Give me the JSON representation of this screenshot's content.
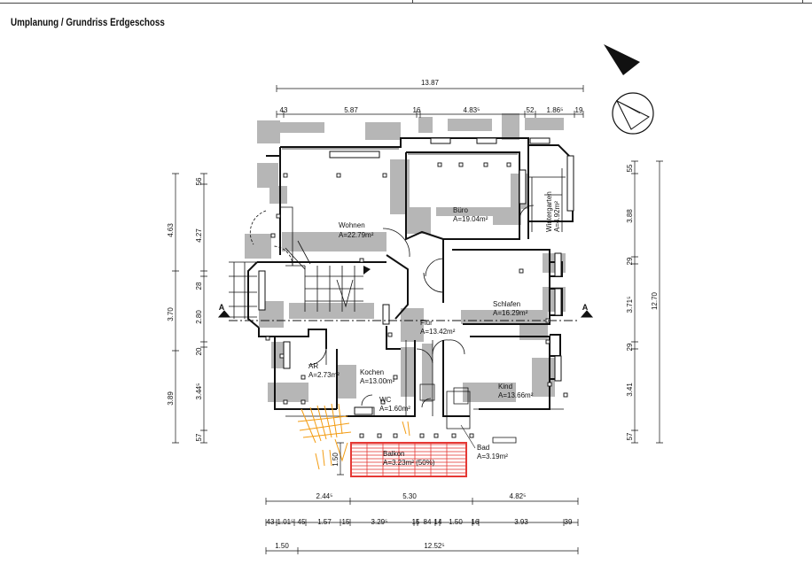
{
  "title": "Umplanung / Grundriss Erdgeschoss",
  "rooms": [
    {
      "name": "Wohnen",
      "area": "A=22.79m²"
    },
    {
      "name": "Büro",
      "area": "A=19.04m²"
    },
    {
      "name": "Wintergarten",
      "area": "A=4.92m²"
    },
    {
      "name": "Schlafen",
      "area": "A=16.29m²"
    },
    {
      "name": "Flur",
      "area": "A=13.42m²"
    },
    {
      "name": "AR",
      "area": "A=2.73m²"
    },
    {
      "name": "Kochen",
      "area": "A=13.00m²"
    },
    {
      "name": "WC",
      "area": "A=1.60m²"
    },
    {
      "name": "Kind",
      "area": "A=13.66m²"
    },
    {
      "name": "Bad",
      "area": "A=3.19m²"
    },
    {
      "name": "Balkon",
      "area": "A=3.23m²  (50%)"
    }
  ],
  "section_mark": "A",
  "dimensions": {
    "top_overall": "13.87",
    "top_segments": [
      "43",
      "5.87",
      "16",
      "4.83⁵",
      "52",
      "1.86⁵",
      "19"
    ],
    "left_outer": [
      "4.63",
      "3.70",
      "3.89"
    ],
    "left_inner": [
      "56",
      "4.27",
      "28",
      "2.80",
      "20",
      "3.44⁵",
      "57"
    ],
    "right_outer": "12.70",
    "right_inner": [
      "55",
      "3.88",
      "29",
      "3.71⁵",
      "29",
      "3.41",
      "57"
    ],
    "balcony_depth": "1.50",
    "bottom_row1": [
      "2.44⁵",
      "5.30",
      "4.82⁵"
    ],
    "bottom_row2": [
      "43",
      "1.01⁵",
      "45",
      "1.57",
      "15",
      "3.29⁵",
      "15",
      "84",
      "14",
      "1.50",
      "16",
      "3.93",
      "39"
    ],
    "bottom_row3": [
      "1.50",
      "12.52⁵"
    ]
  }
}
